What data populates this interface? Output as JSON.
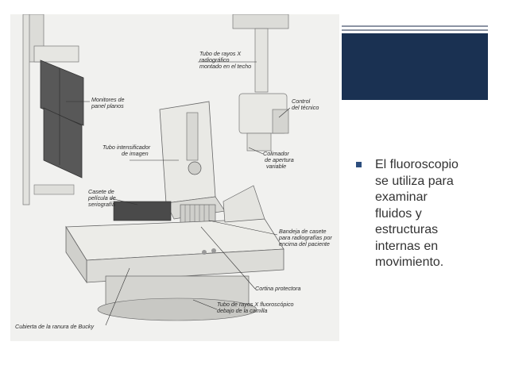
{
  "figure": {
    "labels": {
      "tube_ceiling": [
        "Tubo de rayos X",
        "radiográfico",
        "montado en el techo"
      ],
      "monitors": [
        "Monitores de",
        "panel planos"
      ],
      "tech_control": [
        "Control",
        "del técnico"
      ],
      "intensifier": [
        "Tubo intensificador",
        "de imagen"
      ],
      "collimator": [
        "Colimador",
        "de apertura",
        "variable"
      ],
      "cassette_film": [
        "Casete de",
        "película de",
        "seriografía"
      ],
      "cassette_tray": [
        "Bandeja de casete",
        "para radiografías por",
        "encima del paciente"
      ],
      "curtain": [
        "Cortina protectora"
      ],
      "tube_under": [
        "Tubo de rayos X fluoroscópico",
        "debajo de la camilla"
      ],
      "bucky": [
        "Cubierta de la ranura de Bucky"
      ]
    }
  },
  "bullet": {
    "text": "El fluoroscopio\nse utiliza para\nexaminar\nfluidos y\nestructuras\ninternas en\nmovimiento."
  },
  "colors": {
    "title_box": "#1a3152",
    "bullet": "#2d4e7e",
    "divider": "#8b93a3"
  }
}
